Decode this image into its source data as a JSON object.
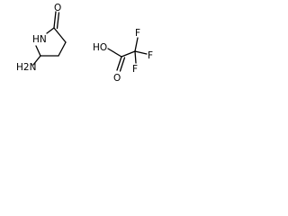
{
  "molecules": {
    "aminopyrrolidinone": {
      "labels": {
        "ring_nitrogen": "HN",
        "carbonyl_oxygen": "O",
        "amine": "H2N"
      }
    },
    "trifluoroacetic_acid": {
      "labels": {
        "hydroxyl": "HO",
        "carbonyl_oxygen": "O",
        "fluorine_top": "F",
        "fluorine_right": "F",
        "fluorine_bottom": "F"
      }
    }
  }
}
